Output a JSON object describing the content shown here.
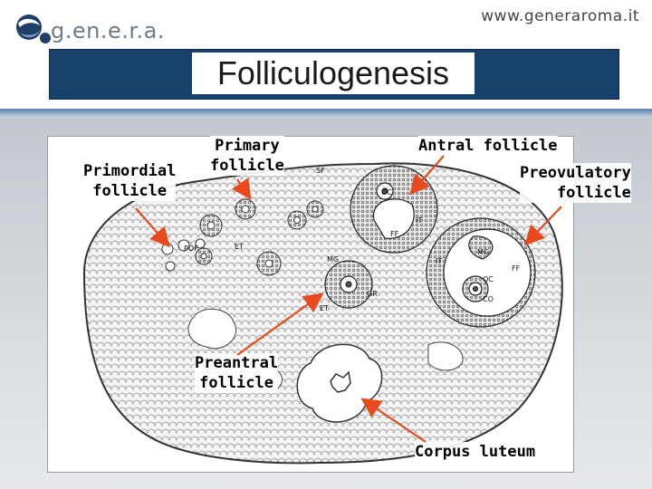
{
  "header": {
    "logo_text": "g.en.e.r.a.",
    "website": "www.generaroma.it"
  },
  "title": "Folliculogenesis",
  "labels": {
    "primordial": "Primordial\nfollicle",
    "primary": "Primary\nfollicle",
    "antral": "Antral follicle",
    "preovulatory": "Preovulatory\nfollicle",
    "preantral": "Preantral\nfollicle",
    "corpus_luteum": "Corpus luteum"
  },
  "diagram_tags": {
    "sf": "SF",
    "pof": "POF",
    "et1": "ET",
    "it1": "IT",
    "mg1": "MG",
    "gr": "GR",
    "et2": "ET",
    "ff1": "FF",
    "it2": "IT",
    "mg2": "MG",
    "ff2": "FF",
    "oc": "OC",
    "co": "CO",
    "oc2": "OC"
  },
  "colors": {
    "title_bar": "#17406a",
    "arrow": "#e8491d",
    "stripe": "#5b7da6"
  }
}
